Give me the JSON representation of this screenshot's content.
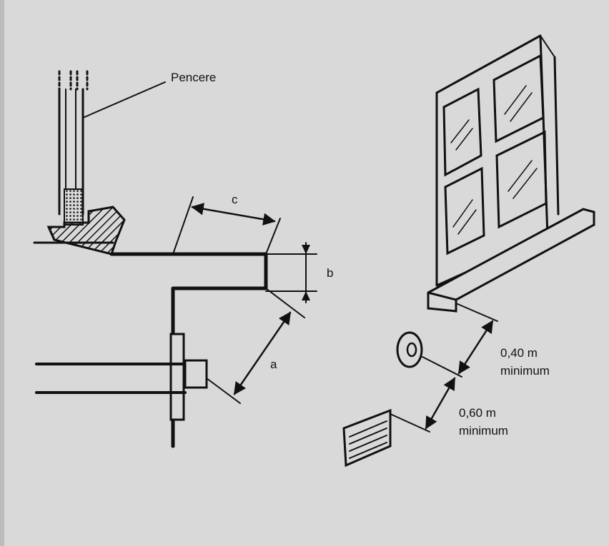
{
  "labels": {
    "window": "Pencere",
    "dim_a": "a",
    "dim_b": "b",
    "dim_c": "c",
    "dist1_value": "0,40 m",
    "dist1_note": "minimum",
    "dist2_value": "0,60 m",
    "dist2_note": "minimum"
  },
  "colors": {
    "background": "#d9d9d9",
    "ink": "#111111"
  }
}
